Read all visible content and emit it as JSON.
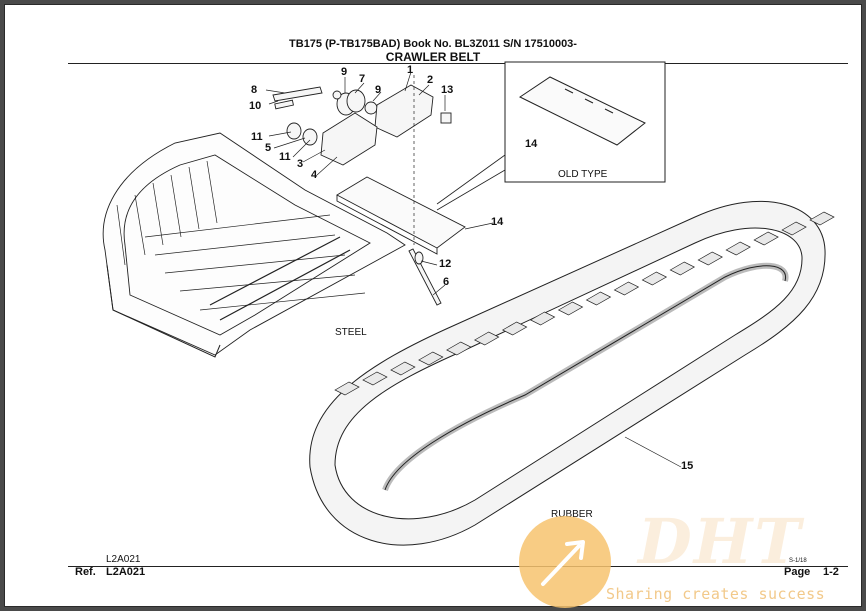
{
  "header": {
    "line1": "TB175 (P-TB175BAD) Book No. BL3Z011  S/N 17510003-",
    "title": "CRAWLER BELT"
  },
  "captions": {
    "steel": "STEEL",
    "rubber": "RUBBER",
    "old_type": "OLD TYPE"
  },
  "callouts": {
    "c1": "1",
    "c2": "2",
    "c3": "3",
    "c4": "4",
    "c5": "5",
    "c6": "6",
    "c7": "7",
    "c8": "8",
    "c9a": "9",
    "c9b": "9",
    "c10": "10",
    "c11a": "11",
    "c11b": "11",
    "c12": "12",
    "c13": "13",
    "c14a": "14",
    "c14b": "14",
    "c15": "15"
  },
  "footer": {
    "ref_code_small": "L2A021",
    "ref_label": "Ref.",
    "ref_code": "L2A021",
    "small_stamp": "S-1/18",
    "page_label": "Page",
    "page_number": "1-2"
  },
  "watermark": {
    "logo_text": "DHT",
    "tagline": "Sharing creates success",
    "colors": {
      "circle": "#f7c36f",
      "text": "#f2c98a"
    }
  }
}
